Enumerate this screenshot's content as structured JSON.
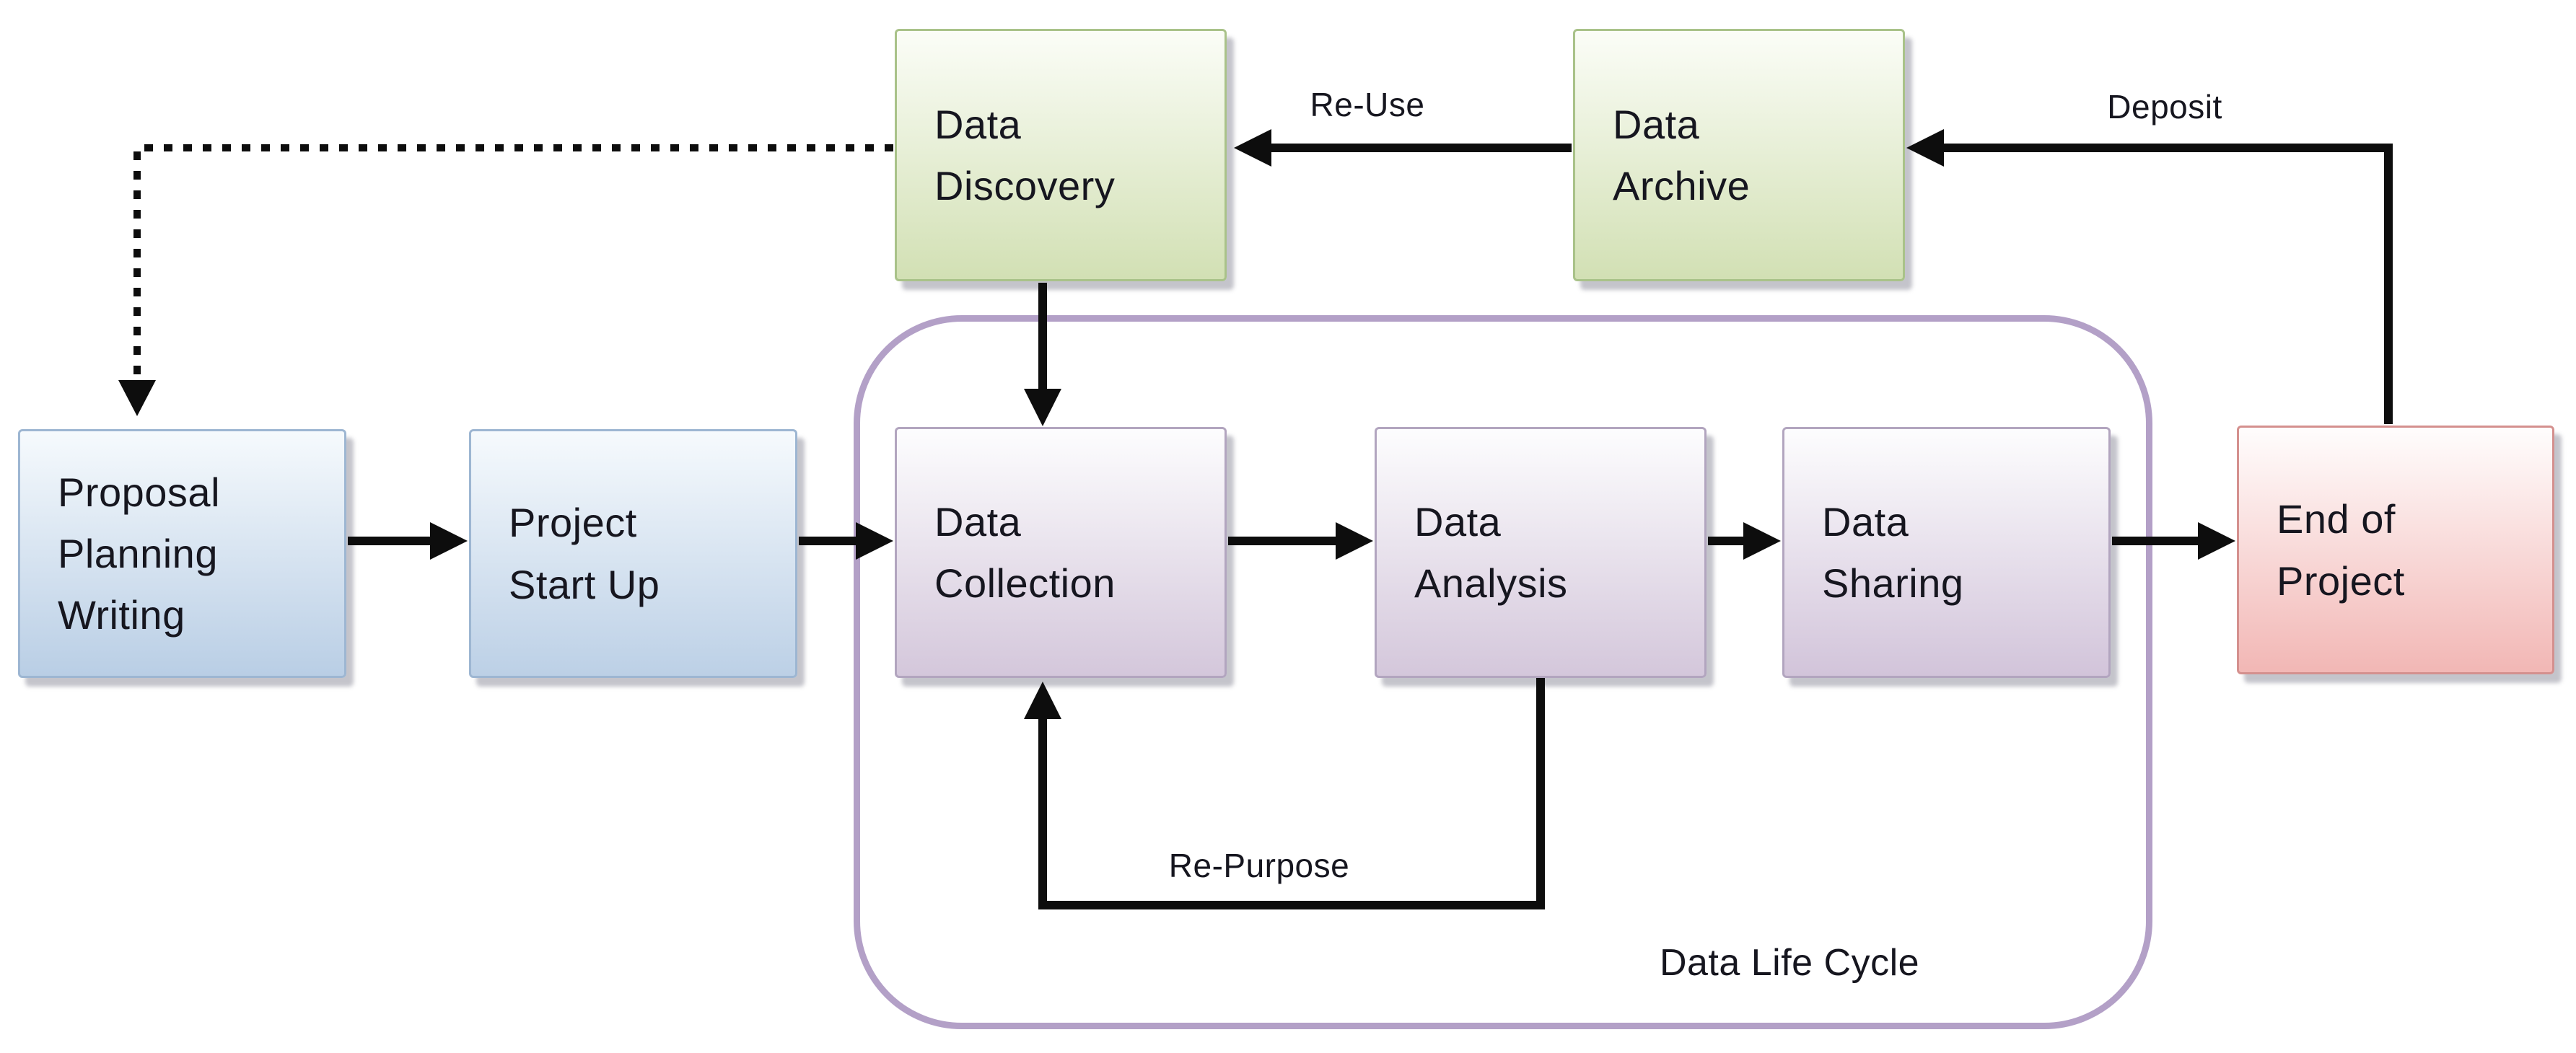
{
  "diagram": {
    "boxes": {
      "data_discovery": {
        "label": "Data\nDiscovery",
        "fill_top": "#fbfdf7",
        "fill_bottom": "#d2e0b4",
        "border": "#a9c289"
      },
      "data_archive": {
        "label": "Data\nArchive",
        "fill_top": "#fbfdf7",
        "fill_bottom": "#d2e0b4",
        "border": "#a9c289"
      },
      "proposal": {
        "label": "Proposal\nPlanning\nWriting",
        "fill_top": "#f6fafd",
        "fill_bottom": "#b9cee5",
        "border": "#9db6d2"
      },
      "project_start_up": {
        "label": "Project\nStart Up",
        "fill_top": "#f6fafd",
        "fill_bottom": "#bcd0e6",
        "border": "#9db6d2"
      },
      "data_collection": {
        "label": "Data\nCollection",
        "fill_top": "#fdfdfe",
        "fill_bottom": "#d4c7db",
        "border": "#b2a5bf"
      },
      "data_analysis": {
        "label": "Data\nAnalysis",
        "fill_top": "#fdfdfe",
        "fill_bottom": "#d4c7db",
        "border": "#b2a5bf"
      },
      "data_sharing": {
        "label": "Data\nSharing",
        "fill_top": "#fdfdfe",
        "fill_bottom": "#d2c4da",
        "border": "#b2a5bf"
      },
      "end_of_project": {
        "label": "End of\nProject",
        "fill_top": "#fffdfd",
        "fill_bottom": "#f2b7b5",
        "border": "#d4908e"
      }
    },
    "edge_labels": {
      "re_use": "Re-Use",
      "deposit": "Deposit",
      "re_purpose": "Re-Purpose"
    },
    "container_label": "Data Life Cycle",
    "colors": {
      "arrow": "#0d0d0d",
      "container_border": "#b3a0c7",
      "text": "#16161f"
    }
  }
}
